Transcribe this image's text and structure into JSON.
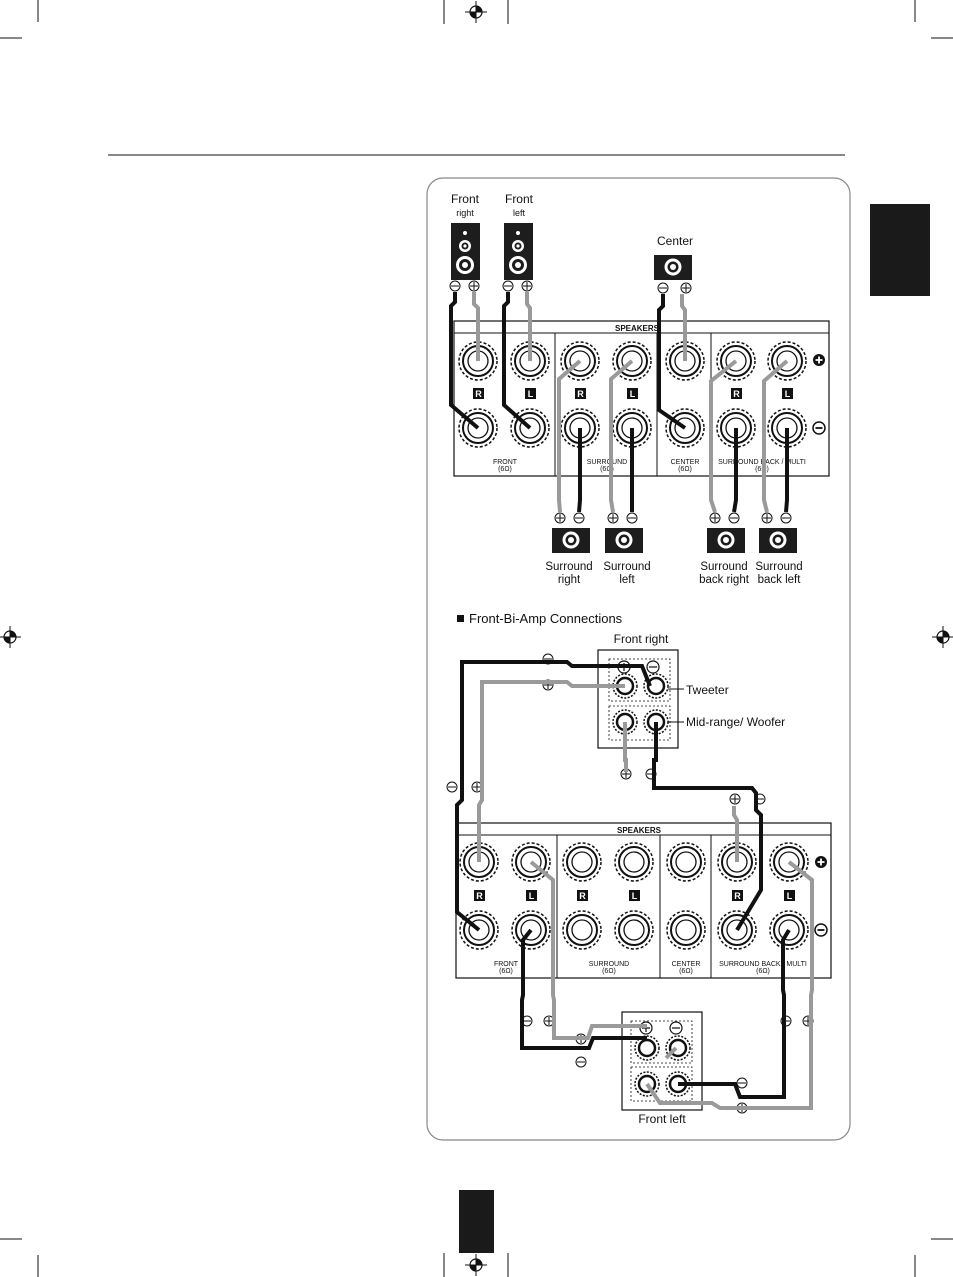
{
  "speakers_top": {
    "front_right": {
      "name": "Front",
      "sub": "right"
    },
    "front_left": {
      "name": "Front",
      "sub": "left"
    },
    "center": {
      "name": "Center"
    },
    "surround_right": {
      "line1": "Surround",
      "line2": "right"
    },
    "surround_left": {
      "line1": "Surround",
      "line2": "left"
    },
    "surround_back_right": {
      "line1": "Surround",
      "line2": "back right"
    },
    "surround_back_left": {
      "line1": "Surround",
      "line2": "back left"
    }
  },
  "panel": {
    "title": "SPEAKERS",
    "ch_r": "R",
    "ch_l": "L",
    "front_label": "FRONT",
    "surround_label": "SURROUND",
    "center_label": "CENTER",
    "sbm_label": "SURROUND BACK / MULTI",
    "impedance": "(6Ω)",
    "plus": "+",
    "minus": "−"
  },
  "section2": {
    "heading": "Front-Bi-Amp Connections",
    "front_right": "Front right",
    "front_left": "Front left",
    "tweeter": "Tweeter",
    "woofer": "Mid-range/ Woofer"
  },
  "colors": {
    "tab": "#1a1a1a",
    "frame": "#888888",
    "light_wire": "#9a9a9a"
  },
  "icons": [
    "crosshair-registration-icon",
    "plus-terminal-icon",
    "minus-terminal-icon"
  ]
}
